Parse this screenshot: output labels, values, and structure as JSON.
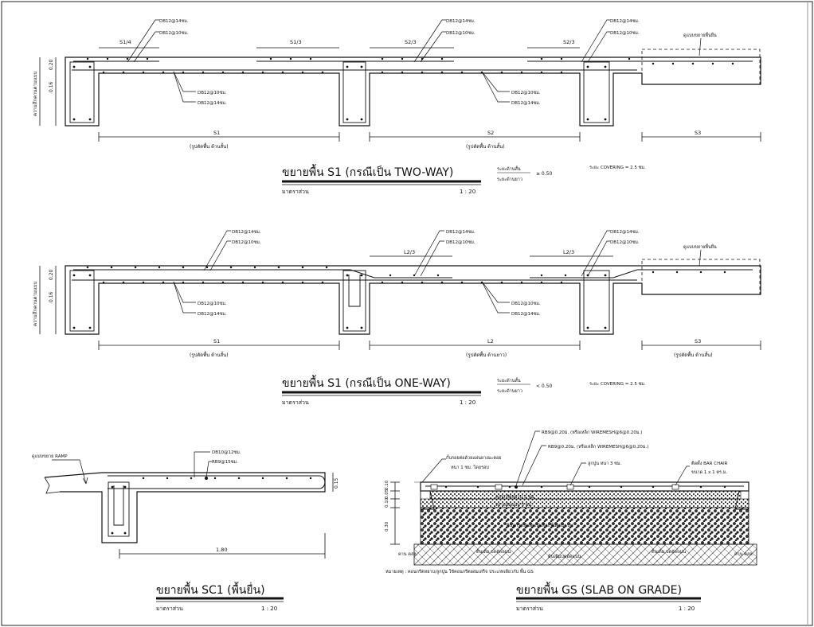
{
  "section1": {
    "title": "ขยายพื้น S1 (กรณีเป็น TWO-WAY)",
    "scale_label": "มาตราส่วน",
    "scale_value": "1 : 20",
    "ratio_top": "ระยะด้านสั้น",
    "ratio_bottom": "ระยะด้านยาว",
    "ratio_value": "≥ 0.50",
    "covering": "ระยะ COVERING = 2.5 ซม.",
    "labels": {
      "s1_4": "S1/4",
      "s1_3": "S1/3",
      "s2_3a": "S2/3",
      "s2_3b": "S2/3",
      "db14_a": "DB12@14ซม.",
      "db10_a": "DB12@10ซม.",
      "db14_b": "DB12@14ซม.",
      "db10_b": "DB12@10ซม.",
      "db14_c": "DB12@14ซม.",
      "db10_c": "DB12@10ซม.",
      "db10_d": "DB12@10ซม.",
      "db14_d": "DB12@14ซม.",
      "db10_e": "DB12@10ซม.",
      "db14_e": "DB12@14ซม.",
      "ext": "ดูแบบขยายพื้นยื่น",
      "s1": "S1",
      "s2": "S2",
      "s3": "S3",
      "sub1": "(รูปตัดพื้น ด้านสั้น)",
      "sub2": "(รูปตัดพื้น ด้านสั้น)",
      "dim_020": "0.20",
      "dim_016": "0.16",
      "side": "ความลึกคานตามแบบ"
    }
  },
  "section2": {
    "title": "ขยายพื้น S1 (กรณีเป็น ONE-WAY)",
    "scale_label": "มาตราส่วน",
    "scale_value": "1 : 20",
    "ratio_top": "ระยะด้านสั้น",
    "ratio_bottom": "ระยะด้านยาว",
    "ratio_value": "< 0.50",
    "covering": "ระยะ COVERING = 2.5 ซม.",
    "labels": {
      "l2_3a": "L2/3",
      "l2_3b": "L2/3",
      "db14_a": "DB12@14ซม.",
      "db10_a": "DB12@10ซม.",
      "db14_b": "DB12@14ซม.",
      "db10_b": "DB12@10ซม.",
      "db14_c": "DB12@14ซม.",
      "db10_c": "DB12@10ซม.",
      "db10_d": "DB12@10ซม.",
      "db14_d": "DB12@14ซม.",
      "db10_e": "DB12@10ซม.",
      "db14_e": "DB12@14ซม.",
      "ext": "ดูแบบขยายพื้นยื่น",
      "s1": "S1",
      "l2": "L2",
      "s3": "S3",
      "sub1": "(รูปตัดพื้น ด้านสั้น)",
      "sub2": "(รูปตัดพื้น ด้านยาว)",
      "sub3": "(รูปตัดพื้น ด้านสั้น)",
      "dim_020": "0.20",
      "dim_016": "0.16",
      "side": "ความลึกคานตามแบบ"
    }
  },
  "section3": {
    "title": "ขยายพื้น SC1 (พื้นยื่น)",
    "scale_label": "มาตราส่วน",
    "scale_value": "1 : 20",
    "labels": {
      "ramp": "ดูแบบขยาย RAMP",
      "db10": "DB10@12ซม.",
      "rb9": "RB9@15ซม.",
      "dim_015": "0.15",
      "dim_180": "1.80"
    }
  },
  "section4": {
    "title": "ขยายพื้น GS (SLAB ON GRADE)",
    "scale_label": "มาตราส่วน",
    "scale_value": "1 : 20",
    "labels": {
      "mesh1": "RB9@0.20ม. (หรือเหล็ก WIREMESH@6@0.20ม.)",
      "mesh2": "RB9@0.20ม. (หรือเหล็ก WIREMESH@6@0.20ม.)",
      "sep1": "กั้นรอยต่อด้วยแผ่นยางมะตอย",
      "sep2": "หนา 1 ซม. โดยรอบ",
      "lean": "ลูกปูน หนา 3 ซม.",
      "chair1": "ติดตั้ง BAR CHAIR",
      "chair2": "ขนาด 1 x 1 ตร.ม.",
      "lay1": "คอนกรีตหยาบ 5 ซม.",
      "lay2": "ทรายอัดแน่น 5 ซม.",
      "lay3": "ดินลูกรังบดอัดแน่นทีละชั้นตามแบบ",
      "lay4": "ดินเดิมบดอัดแน่น",
      "side_l": "ดินเดิม บดอัดแน่น",
      "side_r": "ดินเดิม บดอัดแน่น",
      "edge_l": "คาน คสล.",
      "edge_r": "คาน คสล.",
      "d010": "0.10",
      "d005": "0.05",
      "d010b": "0.10",
      "d030": "0.30",
      "note": "หมายเหตุ : คอนกรีตหยาบ/ลูกปูน ใช้คอนกรีตผสมเสร็จ ประเภทเดียวกับ พื้น GS"
    }
  }
}
